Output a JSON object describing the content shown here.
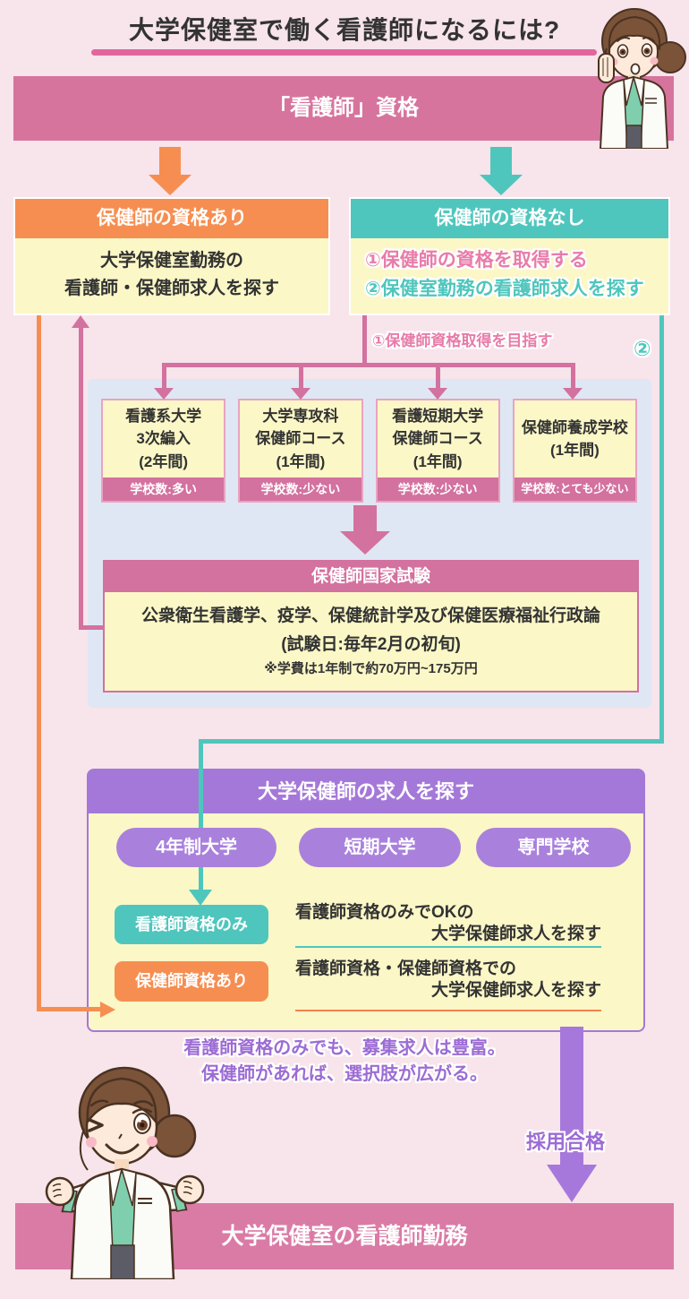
{
  "title": "大学保健室で働く看護師になるには?",
  "qualification_banner": "「看護師」資格",
  "with_license": {
    "header": "保健師の資格あり",
    "line1": "大学保健室勤務の",
    "line2": "看護師・保健師求人を探す"
  },
  "without_license": {
    "header": "保健師の資格なし",
    "step1": "①保健師の資格を取得する",
    "step2": "②保健室勤務の看護師求人を探す"
  },
  "route_labels": {
    "get_license": "①保健師資格取得を目指す",
    "route2": "②"
  },
  "schools": {
    "items": [
      {
        "lines": [
          "看護系大学",
          "3次編入",
          "(2年間)"
        ],
        "count": "学校数:多い"
      },
      {
        "lines": [
          "大学専攻科",
          "保健師コース",
          "(1年間)"
        ],
        "count": "学校数:少ない"
      },
      {
        "lines": [
          "看護短期大学",
          "保健師コース",
          "(1年間)"
        ],
        "count": "学校数:少ない"
      },
      {
        "lines": [
          "保健師養成学校",
          "(1年間)"
        ],
        "count": "学校数:とても少ない"
      }
    ]
  },
  "exam": {
    "header": "保健師国家試験",
    "subjects": "公衆衛生看護学、疫学、保健統計学及び保健医療福祉行政論",
    "date": "(試験日:毎年2月の初旬)",
    "note": "※学費は1年制で約70万円~175万円"
  },
  "job_search": {
    "header": "大学保健師の求人を探す",
    "pills": [
      "4年制大学",
      "短期大学",
      "専門学校"
    ],
    "nurse_only": {
      "tag": "看護師資格のみ",
      "line1": "看護師資格のみでOKの",
      "line2": "大学保健師求人を探す"
    },
    "with_phn": {
      "tag": "保健師資格あり",
      "line1": "看護師資格・保健師資格での",
      "line2": "大学保健師求人を探す"
    }
  },
  "note": {
    "line1": "看護師資格のみでも、募集求人は豊富。",
    "line2": "保健師があれば、選択肢が広がる。"
  },
  "hired_label": "採用合格",
  "final_banner": "大学保健室の看護師勤務",
  "colors": {
    "background": "#f8e4eb",
    "pink_banner": "#d7749e",
    "pink_line": "#d3719f",
    "pink_text": "#e87ca9",
    "orange": "#f68e51",
    "teal": "#4fc6bd",
    "yellow": "#fbf7c7",
    "blue_panel": "#dfe7f4",
    "purple": "#a478d8",
    "purple_text": "#9c6cd4",
    "bottom_banner": "#da7ba6"
  }
}
